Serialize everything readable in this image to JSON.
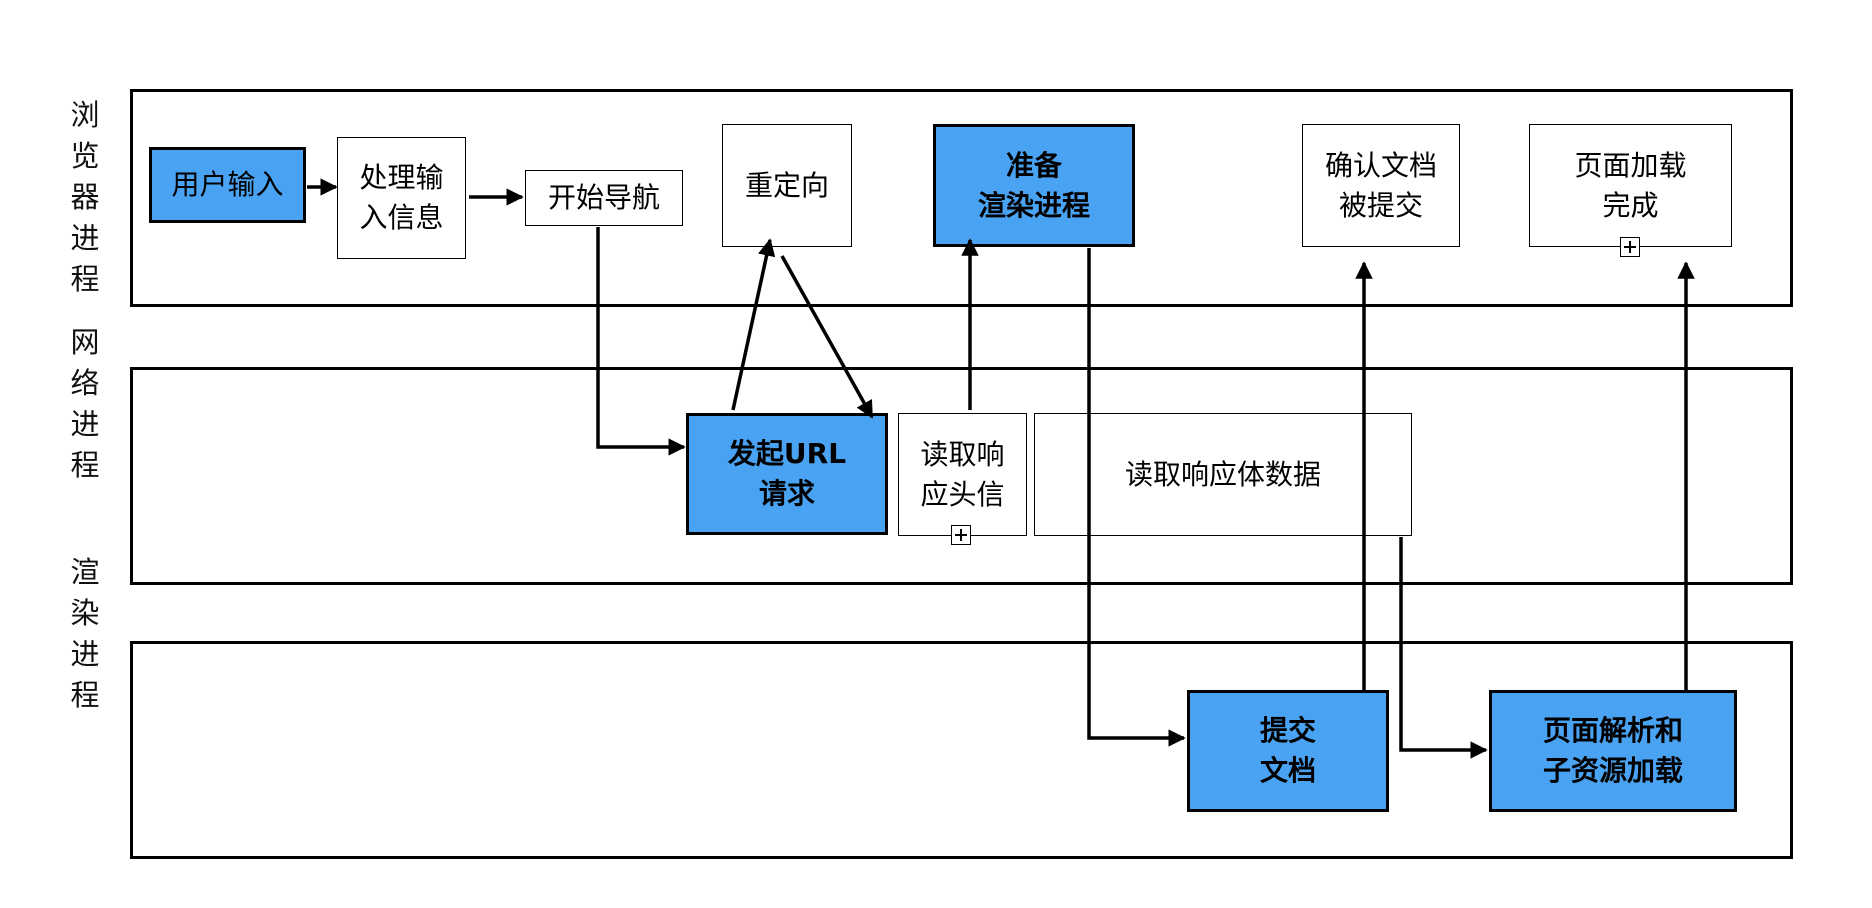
{
  "lanes": {
    "browser": "浏\n览\n器\n进\n程",
    "network": "网\n络\n进\n程",
    "renderer": "渲\n染\n进\n程"
  },
  "nodes": {
    "user_input": "用户输入",
    "process_input": "处理输\n入信息",
    "start_nav": "开始导航",
    "redirect": "重定向",
    "prepare_render": "准备\n渲染进程",
    "confirm_doc": "确认文档\n被提交",
    "page_loaded": "页面加载\n完成",
    "url_request": "发起URL\n请求",
    "read_headers": "读取响\n应头信",
    "read_body": "读取响应体数据",
    "commit_doc": "提交\n文档",
    "parse_page": "页面解析和\n子资源加载"
  },
  "colors": {
    "highlight": "#4aa3f2",
    "stroke": "#000000"
  }
}
